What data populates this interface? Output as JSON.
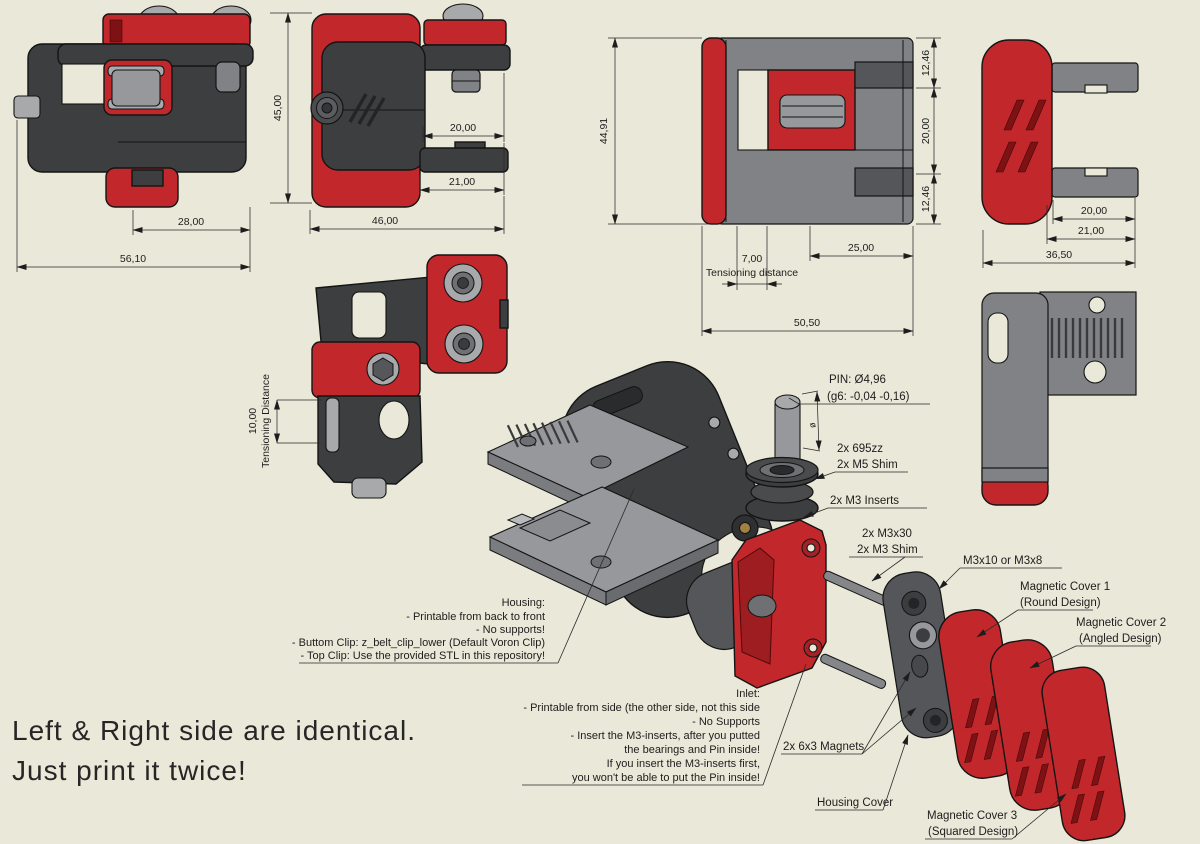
{
  "background": "#eae8d8",
  "colors": {
    "red": "#c2282b",
    "dark_red": "#7d1113",
    "dark_gray": "#3d3e40",
    "mid_gray": "#818285",
    "light_gray": "#a8a9ab",
    "line": "#1d1d1d"
  },
  "big_note": {
    "line1": "Left & Right side are identical.",
    "line2": "Just print it twice!"
  },
  "housing_note": {
    "title": "Housing:",
    "lines": [
      "- Printable from back to front",
      "- No supports!",
      "- Buttom Clip: z_belt_clip_lower (Default Voron Clip)",
      "- Top Clip: Use the provided STL in this repository!"
    ]
  },
  "inlet_note": {
    "title": "Inlet:",
    "lines": [
      "- Printable from side (the other side, not this side",
      "- No Supports",
      "- Insert the M3-inserts, after you putted",
      "the bearings and Pin inside!",
      "If you insert the M3-inserts first,",
      "you won't be able to put the Pin inside!"
    ]
  },
  "views": {
    "side": {
      "dim_inner_width": "28,00",
      "dim_total_width": "56,10"
    },
    "front": {
      "dim_height": "45,00",
      "dim_clip_inner": "20,00",
      "dim_clip_outer": "21,00",
      "dim_total_width": "46,00"
    },
    "top": {
      "dim_height": "44,91",
      "dim_seg_top": "12,46",
      "dim_seg_mid": "20,00",
      "dim_seg_bottom": "12,46",
      "dim_tension": "7,00",
      "tension_label": "Tensioning distance",
      "dim_right": "25,00",
      "dim_total_width": "50,50"
    },
    "cover_front": {
      "dim_clip_inner": "20,00",
      "dim_clip_outer": "21,00",
      "dim_total_width": "36,50"
    },
    "perspective": {
      "dim_tension": "10,00",
      "tension_label": "Tensioning Distance"
    }
  },
  "callouts": {
    "pin_line1": "PIN: Ø4,96",
    "pin_line2": "(g6: -0,04 -0,16)",
    "pin_dia": "ø",
    "bearing_line1": "2x 695zz",
    "bearing_line2": "2x M5 Shim",
    "inserts": "2x M3 Inserts",
    "screws_line1": "2x M3x30",
    "screws_line2": "2x M3 Shim",
    "cover_screws": "M3x10 or M3x8",
    "magnets": "2x 6x3 Magnets",
    "housing_cover": "Housing Cover",
    "cover1_line1": "Magnetic Cover 1",
    "cover1_line2": "(Round Design)",
    "cover2_line1": "Magnetic Cover 2",
    "cover2_line2": "(Angled Design)",
    "cover3_line1": "Magnetic Cover 3",
    "cover3_line2": "(Squared Design)"
  }
}
